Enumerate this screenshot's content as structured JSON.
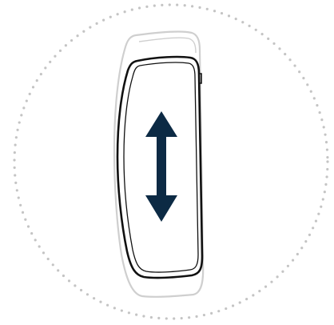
{
  "colors": {
    "background": "#ffffff",
    "dotted_ring": "#c4c4c4",
    "band_outline": "#111111",
    "band_shadow_outline": "#cfcfcf",
    "arrow": "#0c2a44"
  },
  "icons": {
    "ring": "dotted-circle",
    "device": "fitness-band-side-view",
    "arrow": "double-headed-vertical-arrow"
  }
}
